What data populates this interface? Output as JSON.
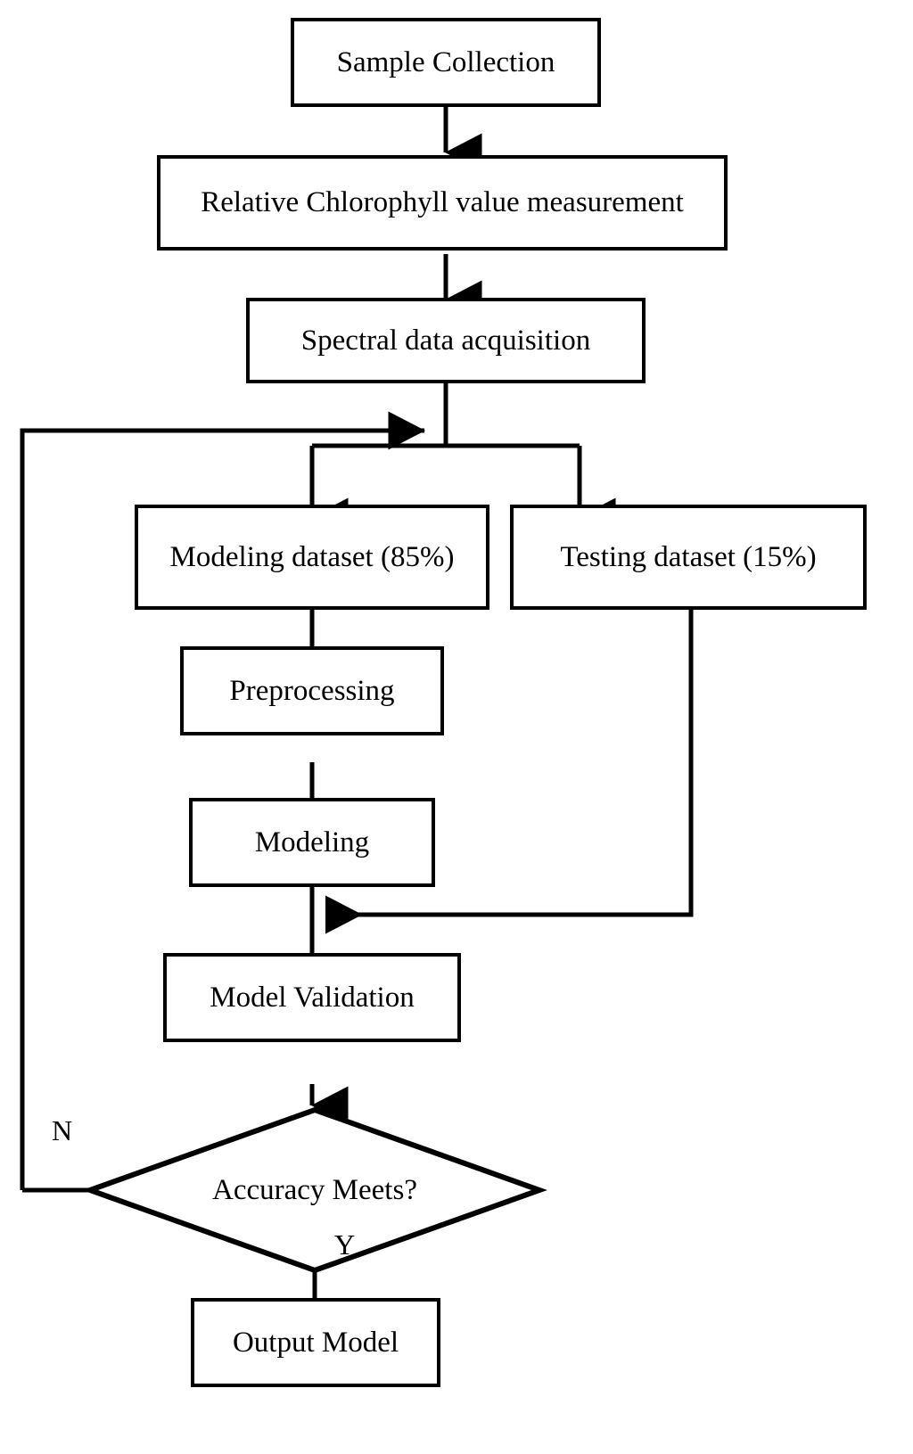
{
  "diagram": {
    "title": "Spectral modeling workflow flowchart",
    "type": "flowchart",
    "stroke_color": "#000000",
    "fill_color": "#ffffff",
    "text_color": "#000000"
  },
  "nodes": {
    "sample_collection": {
      "label": "Sample Collection",
      "shape": "rectangle"
    },
    "chlorophyll_measurement": {
      "label": "Relative Chlorophyll value measurement",
      "shape": "rectangle"
    },
    "spectral_acquisition": {
      "label": "Spectral data acquisition",
      "shape": "rectangle"
    },
    "modeling_dataset": {
      "label": "Modeling dataset (85%)",
      "shape": "rectangle"
    },
    "testing_dataset": {
      "label": "Testing dataset (15%)",
      "shape": "rectangle"
    },
    "preprocessing": {
      "label": "Preprocessing",
      "shape": "rectangle"
    },
    "modeling": {
      "label": "Modeling",
      "shape": "rectangle"
    },
    "model_validation": {
      "label": "Model Validation",
      "shape": "rectangle"
    },
    "accuracy_decision": {
      "label": "Accuracy Meets?",
      "shape": "diamond"
    },
    "output_model": {
      "label": "Output Model",
      "shape": "rectangle"
    }
  },
  "edge_labels": {
    "no_branch": "N",
    "yes_branch": "Y"
  }
}
